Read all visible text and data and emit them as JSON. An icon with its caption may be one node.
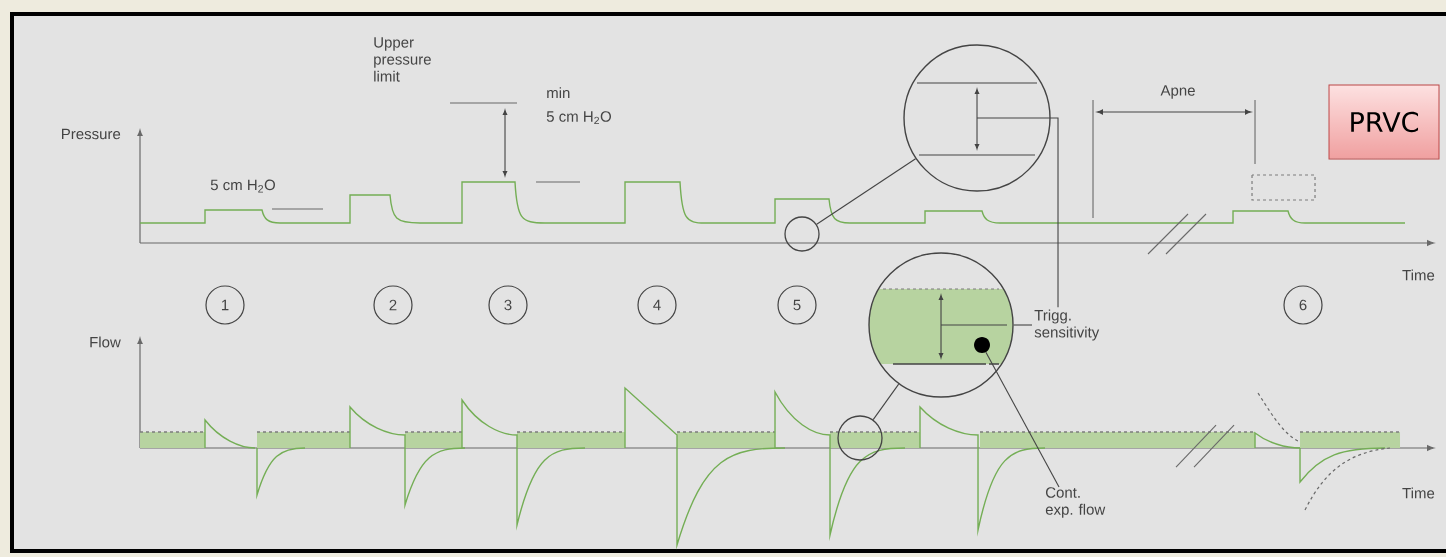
{
  "diagram": {
    "nodes": [
      {
        "text": [],
        "shape": "circle"
      },
      {
        "text": [
          "PRVC"
        ]
      },
      {
        "text": [],
        "shape": "circle"
      },
      {
        "text": [
          "1"
        ]
      },
      {
        "text": [
          "2"
        ]
      },
      {
        "text": [
          "3"
        ]
      },
      {
        "text": [
          "4"
        ]
      },
      {
        "text": [
          "5"
        ]
      },
      {
        "text": [],
        "shape": "circle"
      },
      {
        "text": [],
        "shape": "circle",
        "in": 8
      },
      {
        "text": [
          "Trigg. sensitivity"
        ]
      },
      {
        "text": [
          "6"
        ]
      },
      {
        "text": [],
        "shape": "circle"
      },
      {
        "text": [
          "Cont. exp. flow"
        ]
      }
    ],
    "edges": [
      {
        "from": 2,
        "to": 0,
        "arrow": "none"
      },
      {
        "from": 12,
        "to": 8,
        "arrow": "none"
      },
      {
        "from": 10,
        "to": 0,
        "arrow": "none"
      },
      {
        "from": 10,
        "to": 8,
        "arrow": "none"
      },
      {
        "from": 13,
        "to": 9,
        "arrow": "none"
      }
    ],
    "labels": [
      "Upper pressure limit",
      "min",
      "5 cm H$_{2}$O",
      "Pressure",
      "5 cm H$_{2}$O",
      "Apne",
      "Time",
      "Flow",
      "Time"
    ]
  }
}
